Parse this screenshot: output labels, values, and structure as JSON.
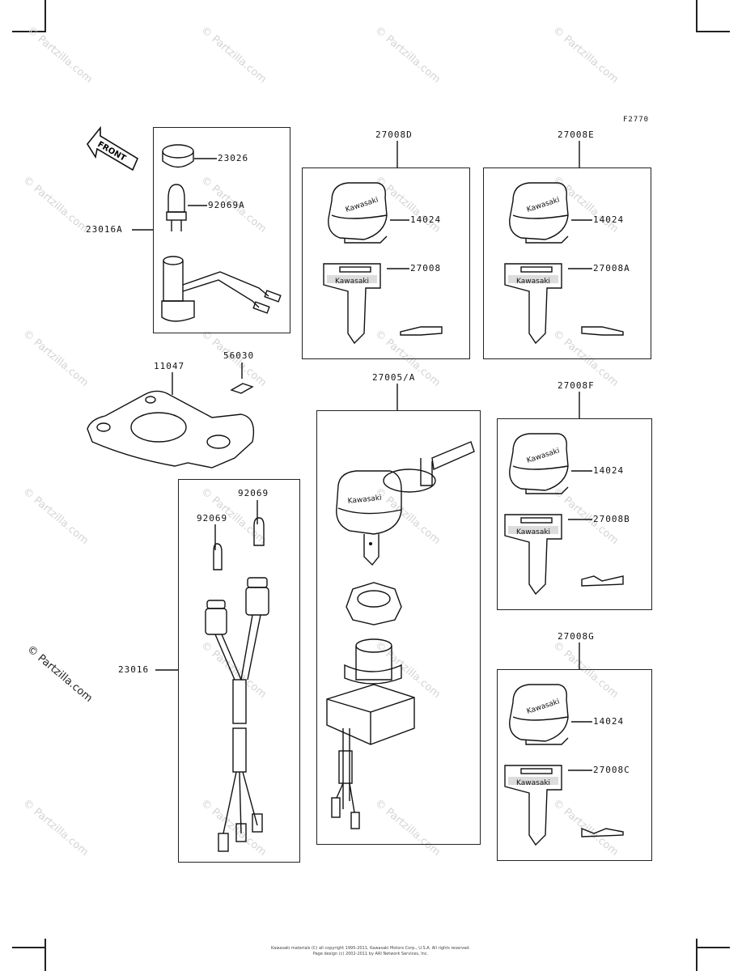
{
  "diagram": {
    "figure_code": "F2770",
    "direction_label": "FRONT",
    "brand_on_parts": "Kawasaki",
    "watermark": "© Partzilla.com",
    "labels": {
      "p23026": "23026",
      "p92069A": "92069A",
      "p23016A": "23016A",
      "p11047": "11047",
      "p56030": "56030",
      "p27008D": "27008D",
      "p14024_a": "14024",
      "p27008": "27008",
      "p27008E": "27008E",
      "p14024_b": "14024",
      "p27008A": "27008A",
      "p27005A": "27005/A",
      "p27008F": "27008F",
      "p14024_c": "14024",
      "p27008B": "27008B",
      "p92069_a": "92069",
      "p92069_b": "92069",
      "p23016": "23016",
      "p27008G": "27008G",
      "p14024_d": "14024",
      "p27008C": "27008C"
    },
    "footer_line1": "Kawasaki materials (C) all copyright 1995-2011, Kawasaki Motors Corp., U.S.A. All rights reserved.",
    "footer_line2": "Page design (c) 2002-2011 by ARI Network Services, Inc."
  }
}
